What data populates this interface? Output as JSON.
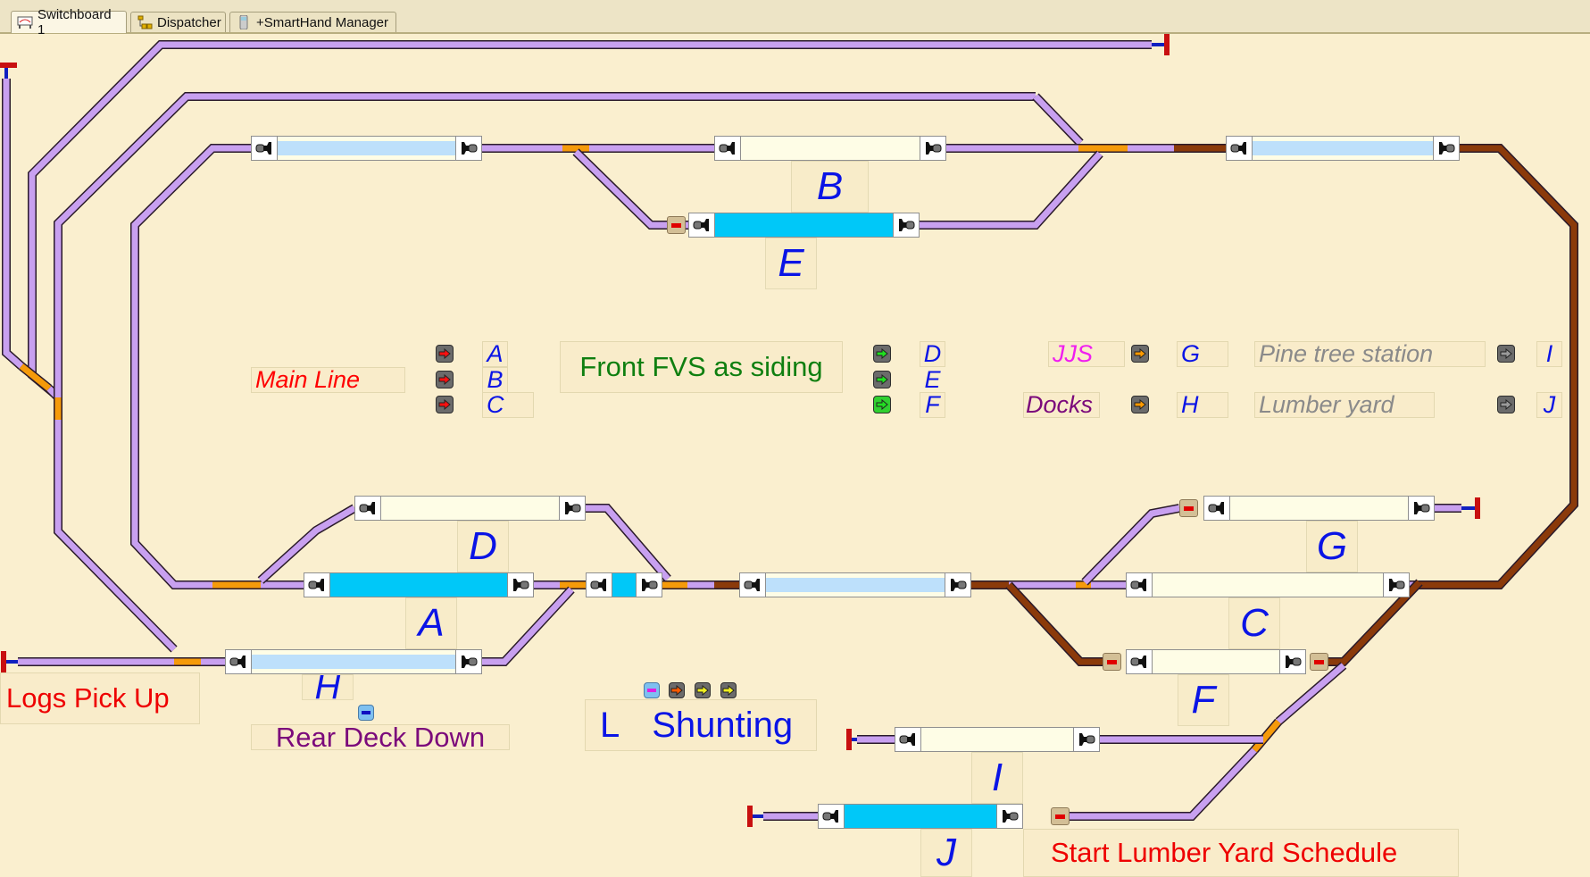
{
  "tabs": [
    {
      "label": "Switchboard 1",
      "icon": "switchboard-icon",
      "active": true
    },
    {
      "label": "Dispatcher",
      "icon": "dispatcher-icon",
      "active": false
    },
    {
      "label": "+SmartHand Manager",
      "icon": "handheld-icon",
      "active": false
    }
  ],
  "colors": {
    "background": "#faefcf",
    "track_free": "#c8a0f0",
    "track_reserved": "#8b3a0a",
    "turnout_switching": "#f59a0a",
    "block_occupied": "#00c8f8",
    "block_reserved": "#bde0fb",
    "block_free": "#fefde6",
    "label_blue": "#0a14e6"
  },
  "blocks": {
    "B": {
      "label": "B",
      "state": "free"
    },
    "E": {
      "label": "E",
      "state": "occupied"
    },
    "D": {
      "label": "D",
      "state": "free"
    },
    "A": {
      "label": "A",
      "state": "occupied"
    },
    "H": {
      "label": "H",
      "state": "reserved"
    },
    "G": {
      "label": "G",
      "state": "free"
    },
    "C": {
      "label": "C",
      "state": "free"
    },
    "F": {
      "label": "F",
      "state": "free"
    },
    "I": {
      "label": "I",
      "state": "free"
    },
    "J": {
      "label": "J",
      "state": "occupied"
    },
    "top_left": {
      "state": "reserved"
    },
    "top_right": {
      "state": "reserved"
    },
    "mid_long": {
      "state": "reserved"
    },
    "small": {
      "state": "occupied"
    }
  },
  "labels": {
    "main_line": "Main Line",
    "front_fvs": "Front FVS as siding",
    "jjs": "JJS",
    "docks": "Docks",
    "pine_tree": "Pine tree station",
    "lumber_yard": "Lumber yard",
    "logs_pick_up": "Logs Pick Up",
    "rear_deck_down": "Rear Deck Down",
    "shunting_l": "L",
    "shunting": "Shunting",
    "start_lumber": "Start Lumber Yard Schedule"
  },
  "route_buttons": [
    {
      "target": "A",
      "color": "red"
    },
    {
      "target": "B",
      "color": "red"
    },
    {
      "target": "C",
      "color": "red"
    },
    {
      "target": "D",
      "color": "green"
    },
    {
      "target": "E",
      "color": "green"
    },
    {
      "target": "F",
      "color": "green",
      "active": true
    },
    {
      "target": "G",
      "color": "orange"
    },
    {
      "target": "H",
      "color": "orange"
    },
    {
      "target": "I",
      "color": "gray"
    },
    {
      "target": "J",
      "color": "gray"
    }
  ],
  "route_targets": [
    "A",
    "B",
    "C",
    "D",
    "E",
    "F",
    "G",
    "H",
    "I",
    "J"
  ]
}
